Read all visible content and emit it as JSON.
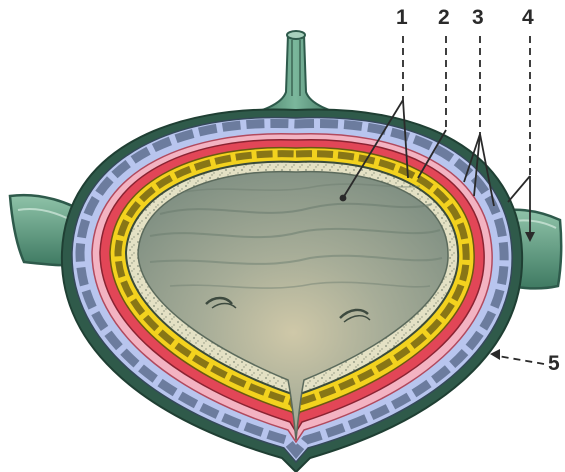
{
  "labels": [
    {
      "id": "1",
      "text": "1"
    },
    {
      "id": "2",
      "text": "2"
    },
    {
      "id": "3",
      "text": "3"
    },
    {
      "id": "4",
      "text": "4"
    },
    {
      "id": "5",
      "text": "5"
    }
  ],
  "colors": {
    "lumen": "#8e9d8f",
    "lumen_light": "#c7c4a6",
    "mucosa_speckle": "#d8d6b8",
    "submucosa_outline": "#3a4b3a",
    "yellow_layer": "#f2d21c",
    "red_layer": "#e0485a",
    "pink_layer": "#f4b8c6",
    "blue_cells": "#a9b8e6",
    "outer_dark": "#2e5a4b",
    "ureter_green": "#4f8f73",
    "ureter_light": "#a8d1bd",
    "leader_lines": "#2a2a2a"
  }
}
